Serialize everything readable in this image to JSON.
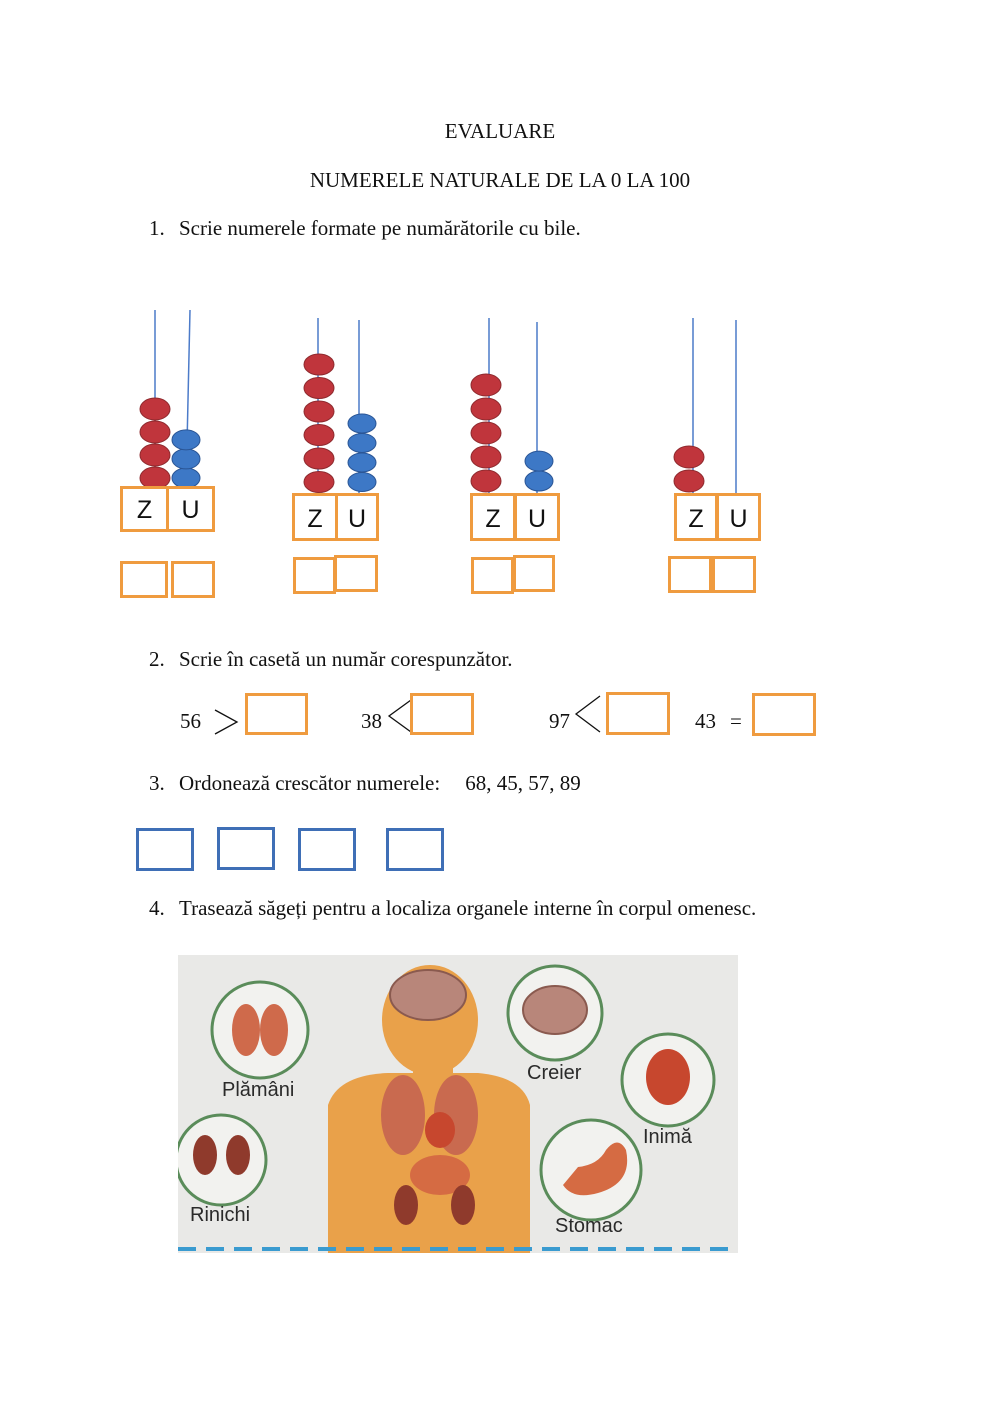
{
  "header": {
    "title": "EVALUARE",
    "subtitle": "NUMERELE NATURALE DE LA 0 LA 100"
  },
  "exercise1": {
    "number": "1.",
    "text": "Scrie numerele formate  pe numărătorile cu bile.",
    "place_labels": {
      "tens": "Z",
      "units": "U"
    },
    "abacuses": [
      {
        "tens_beads": 4,
        "units_beads": 3
      },
      {
        "tens_beads": 6,
        "units_beads": 4
      },
      {
        "tens_beads": 5,
        "units_beads": 2
      },
      {
        "tens_beads": 2,
        "units_beads": 0
      }
    ],
    "colors": {
      "tens_bead": "#c0353c",
      "units_bead": "#3d78c6",
      "rod": "#4c7bc9",
      "box": "#ef9b3f"
    }
  },
  "exercise2": {
    "number": "2.",
    "text": "Scrie în casetă un număr corespunzător.",
    "comparisons": [
      {
        "left": "56",
        "sign": ">"
      },
      {
        "left": "38",
        "sign": "<"
      },
      {
        "left": "97",
        "sign": "<"
      },
      {
        "left": "43",
        "sign": "="
      }
    ]
  },
  "exercise3": {
    "number": "3.",
    "text": "Ordonează crescător numerele:",
    "numbers": "68, 45, 57, 89",
    "answer_boxes": 4,
    "box_color": "#3f6fb6"
  },
  "exercise4": {
    "number": "4.",
    "text": "Trasează săgeți pentru a localiza organele interne în corpul omenesc.",
    "organs": {
      "lungs": "Plămâni",
      "brain": "Creier",
      "heart": "Inimă",
      "kidneys": "Rinichi",
      "stomach": "Stomac"
    }
  }
}
